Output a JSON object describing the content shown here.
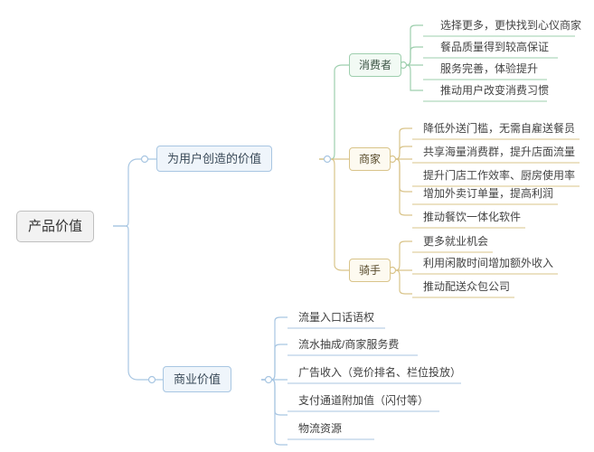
{
  "diagram": {
    "type": "mindmap",
    "title": "产品价值",
    "colors": {
      "root_fill": "#f2f2f2",
      "root_border": "#bfbfbf",
      "blue_fill": "#eff5fb",
      "blue_border": "#a8c6e2",
      "green_fill": "#f2faf4",
      "green_border": "#9ecfae",
      "gold_fill": "#fdfaf0",
      "gold_border": "#d9c48a",
      "edge_blue": "#a8c6e2",
      "edge_green": "#9ecfae",
      "edge_gold": "#d9c48a"
    },
    "root": {
      "label": "产品价值"
    },
    "branches": [
      {
        "label": "为用户创造的价值",
        "children": [
          {
            "label": "消费者",
            "style": "green",
            "leaves": [
              {
                "label": "选择更多，更快找到心仪商家"
              },
              {
                "label": "餐品质量得到较高保证"
              },
              {
                "label": "服务完善，体验提升"
              },
              {
                "label": "推动用户改变消费习惯"
              }
            ]
          },
          {
            "label": "商家",
            "style": "gold",
            "leaves": [
              {
                "label": "降低外送门槛，无需自雇送餐员"
              },
              {
                "label": "共享海量消费群，提升店面流量"
              },
              {
                "label": "提升门店工作效率、厨房使用率"
              },
              {
                "label": "增加外卖订单量，提高利润"
              },
              {
                "label": "推动餐饮一体化软件"
              }
            ]
          },
          {
            "label": "骑手",
            "style": "gold",
            "leaves": [
              {
                "label": "更多就业机会"
              },
              {
                "label": "利用闲散时间增加额外收入"
              },
              {
                "label": "推动配送众包公司"
              }
            ]
          }
        ]
      },
      {
        "label": "商业价值",
        "children": [],
        "leaves": [
          {
            "label": "流量入口话语权"
          },
          {
            "label": "流水抽成/商家服务费"
          },
          {
            "label": "广告收入（竞价排名、栏位投放）"
          },
          {
            "label": "支付通道附加值（闪付等）"
          },
          {
            "label": "物流资源"
          }
        ]
      }
    ]
  }
}
